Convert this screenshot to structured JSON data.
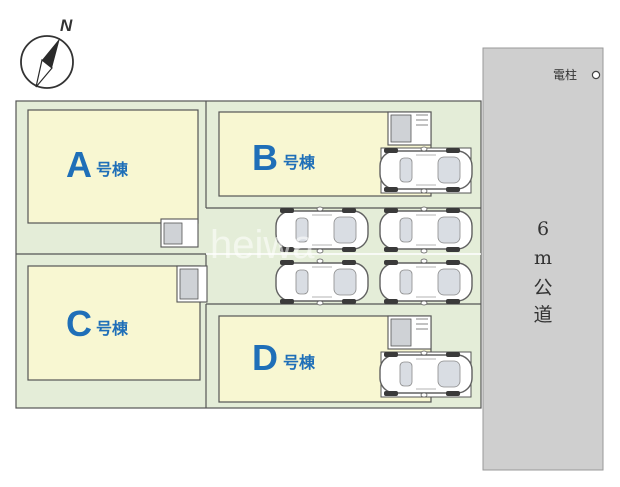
{
  "compass": {
    "label": "N"
  },
  "buildings": [
    {
      "id": "A",
      "letter": "A",
      "suffix": "号棟"
    },
    {
      "id": "B",
      "letter": "B",
      "suffix": "号棟"
    },
    {
      "id": "C",
      "letter": "C",
      "suffix": "号棟"
    },
    {
      "id": "D",
      "letter": "D",
      "suffix": "号棟"
    }
  ],
  "road": {
    "label_chars": [
      "6",
      "m",
      "公",
      "道"
    ]
  },
  "utility_pole": {
    "label": "電柱"
  },
  "watermark": {
    "text": "heiwa"
  },
  "colors": {
    "lot_fill": "#e4edd8",
    "building_fill": "#f8f7d2",
    "road_fill": "#cfcfcf",
    "label_blue": "#1f6fb8",
    "outline": "#555555"
  }
}
